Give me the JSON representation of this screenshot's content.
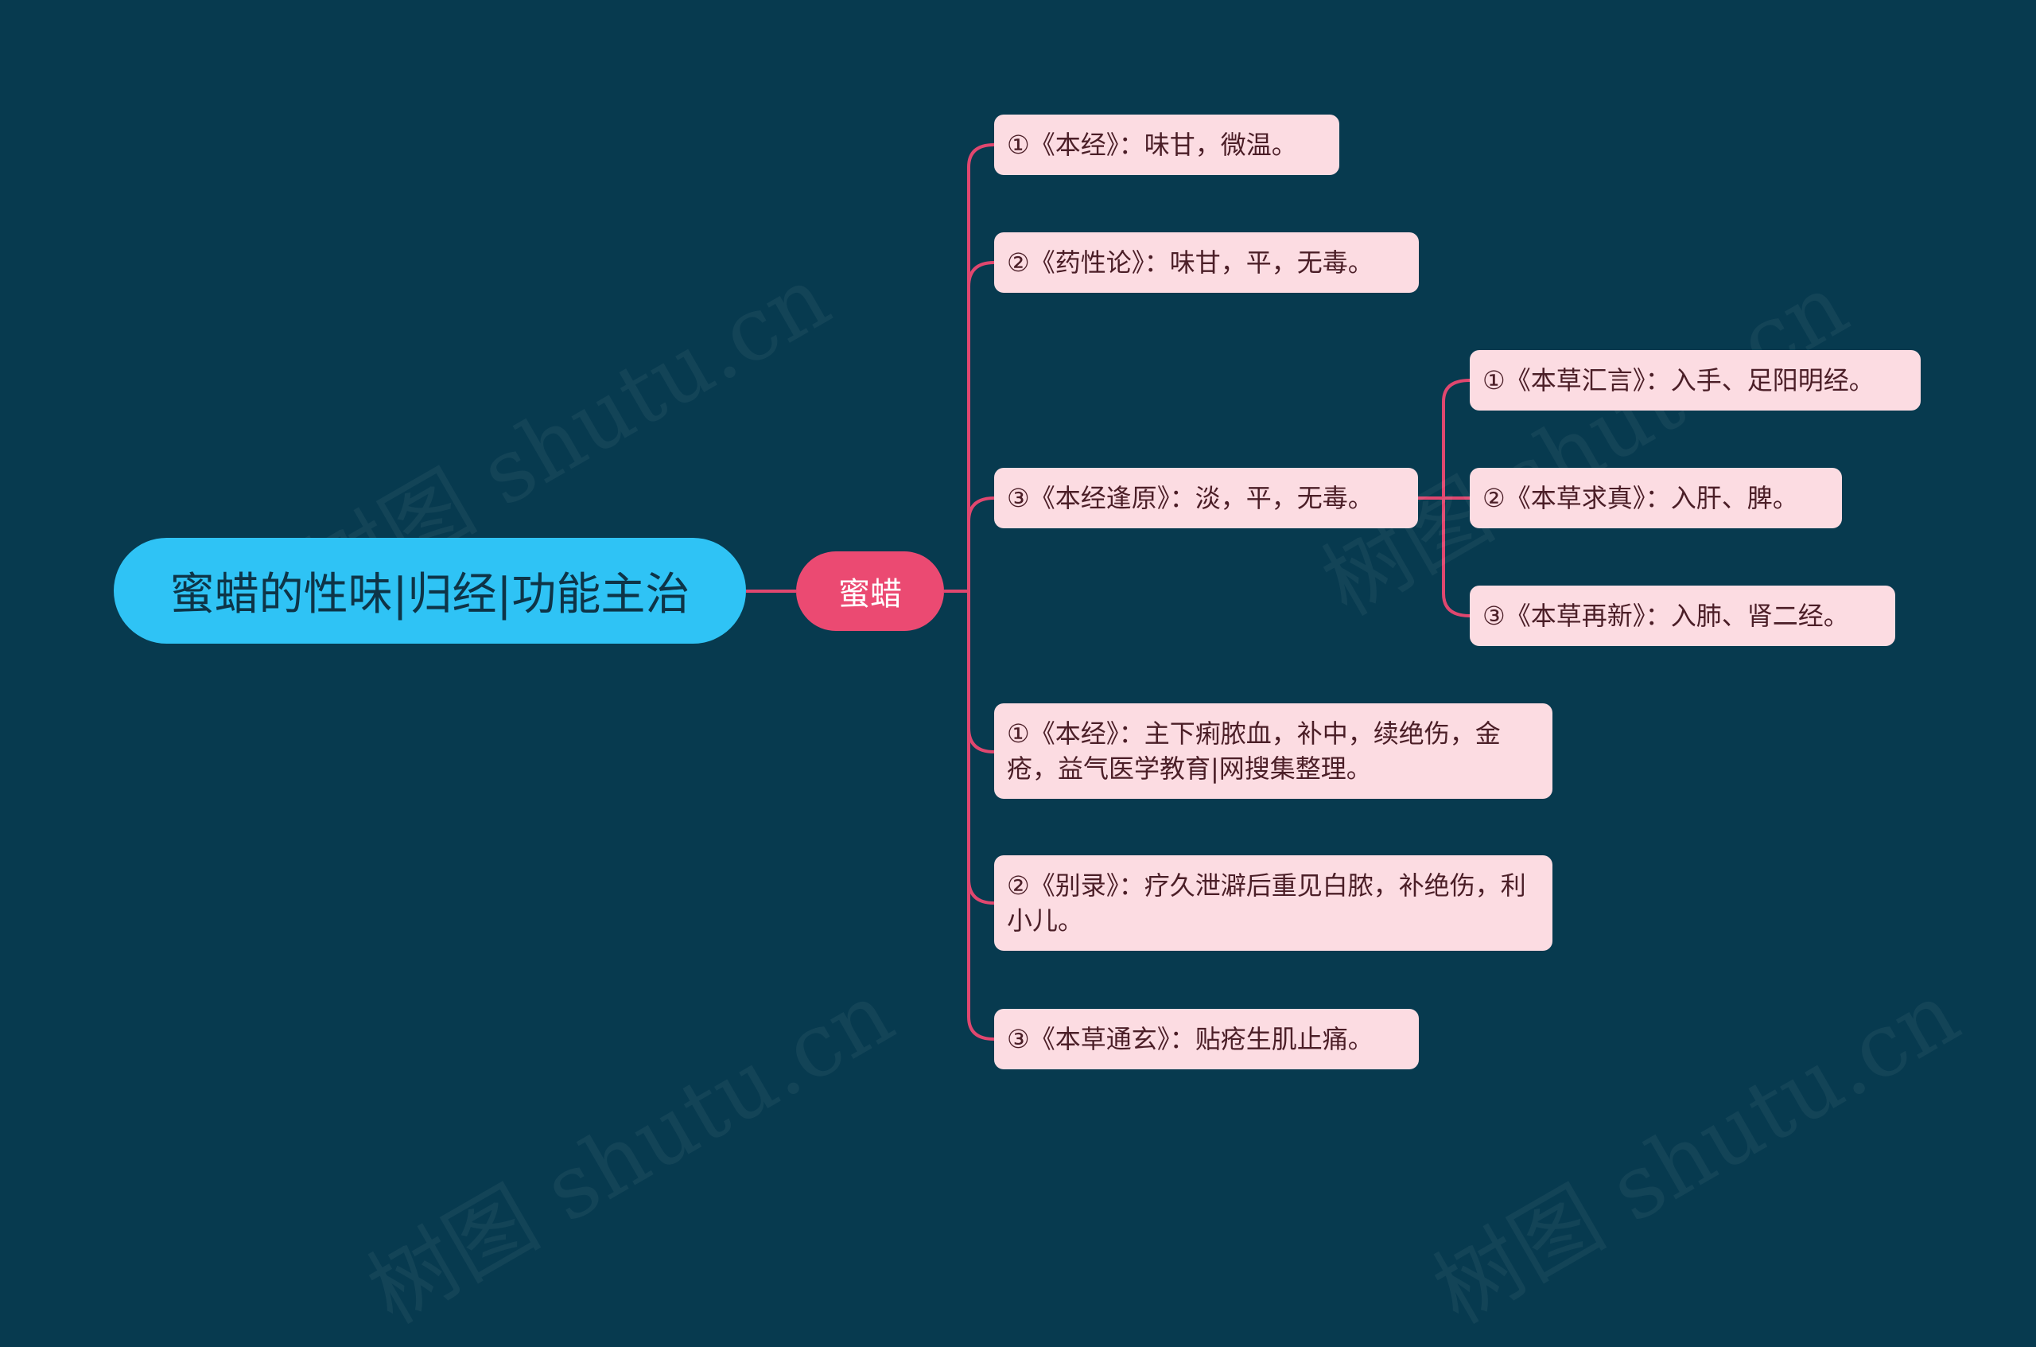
{
  "root": {
    "label": "蜜蜡的性味|归经|功能主治"
  },
  "branch": {
    "label": "蜜蜡"
  },
  "leaves": [
    {
      "text": "①《本经》：味甘，微温。"
    },
    {
      "text": "②《药性论》：味甘，平，无毒。"
    },
    {
      "text": "③《本经逢原》：淡，平，无毒。"
    },
    {
      "text": "①《本经》：主下痢脓血，补中，续绝伤，金疮，益气医学教育|网搜集整理。"
    },
    {
      "text": "②《别录》：疗久泄澼后重见白脓，补绝伤，利小儿。"
    },
    {
      "text": "③《本草通玄》：贴疮生肌止痛。"
    }
  ],
  "subleaves": [
    {
      "text": "①《本草汇言》：入手、足阳明经。"
    },
    {
      "text": "②《本草求真》：入肝、脾。"
    },
    {
      "text": "③《本草再新》：入肺、肾二经。"
    }
  ],
  "watermark": "树图 shutu.cn",
  "colors": {
    "background": "#073A4F",
    "root": "#2FC3F5",
    "branch": "#EB4A72",
    "leaf": "#FCDCE2",
    "link": "#E0476F"
  }
}
